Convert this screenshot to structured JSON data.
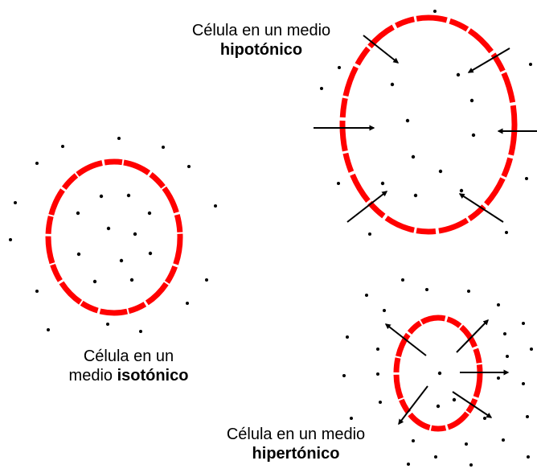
{
  "colors": {
    "membrane": "#ff0000",
    "particle": "#000000",
    "arrow": "#000000",
    "background": "#ffffff"
  },
  "labels": {
    "hypotonic": {
      "prefix": "Célula en un medio",
      "bold": "hipotónico"
    },
    "isotonic": {
      "line1": "Célula en un",
      "line2_prefix": "medio ",
      "line2_bold": "isotónico"
    },
    "hypertonic": {
      "prefix": "Célula en un medio",
      "bold": "hipertónico"
    }
  }
}
